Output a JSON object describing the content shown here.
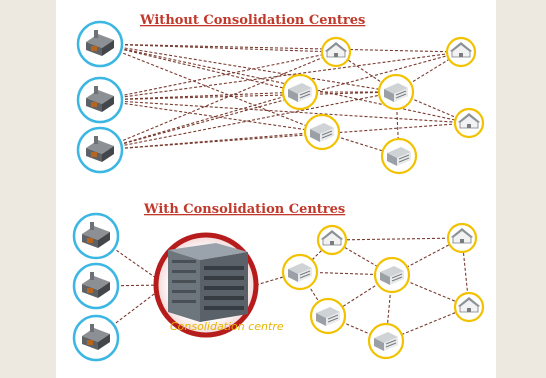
{
  "section_top": {
    "title": "Without Consolidation Centres"
  },
  "section_bottom": {
    "title": "With Consolidation Centres",
    "hub_label": "Consolidation centre"
  },
  "colors": {
    "supplier_ring": "#3cb6e3",
    "destination_ring": "#f2c200",
    "hub_ring": "#b71c1c",
    "route_line": "#7a3b30",
    "title": "#c0392b",
    "hub_label": "#e6b400"
  },
  "icons": {
    "supplier": "factory-building-icon",
    "destination_house": "house-icon",
    "destination_shop": "shop-building-icon",
    "hub": "office-building-icon"
  }
}
